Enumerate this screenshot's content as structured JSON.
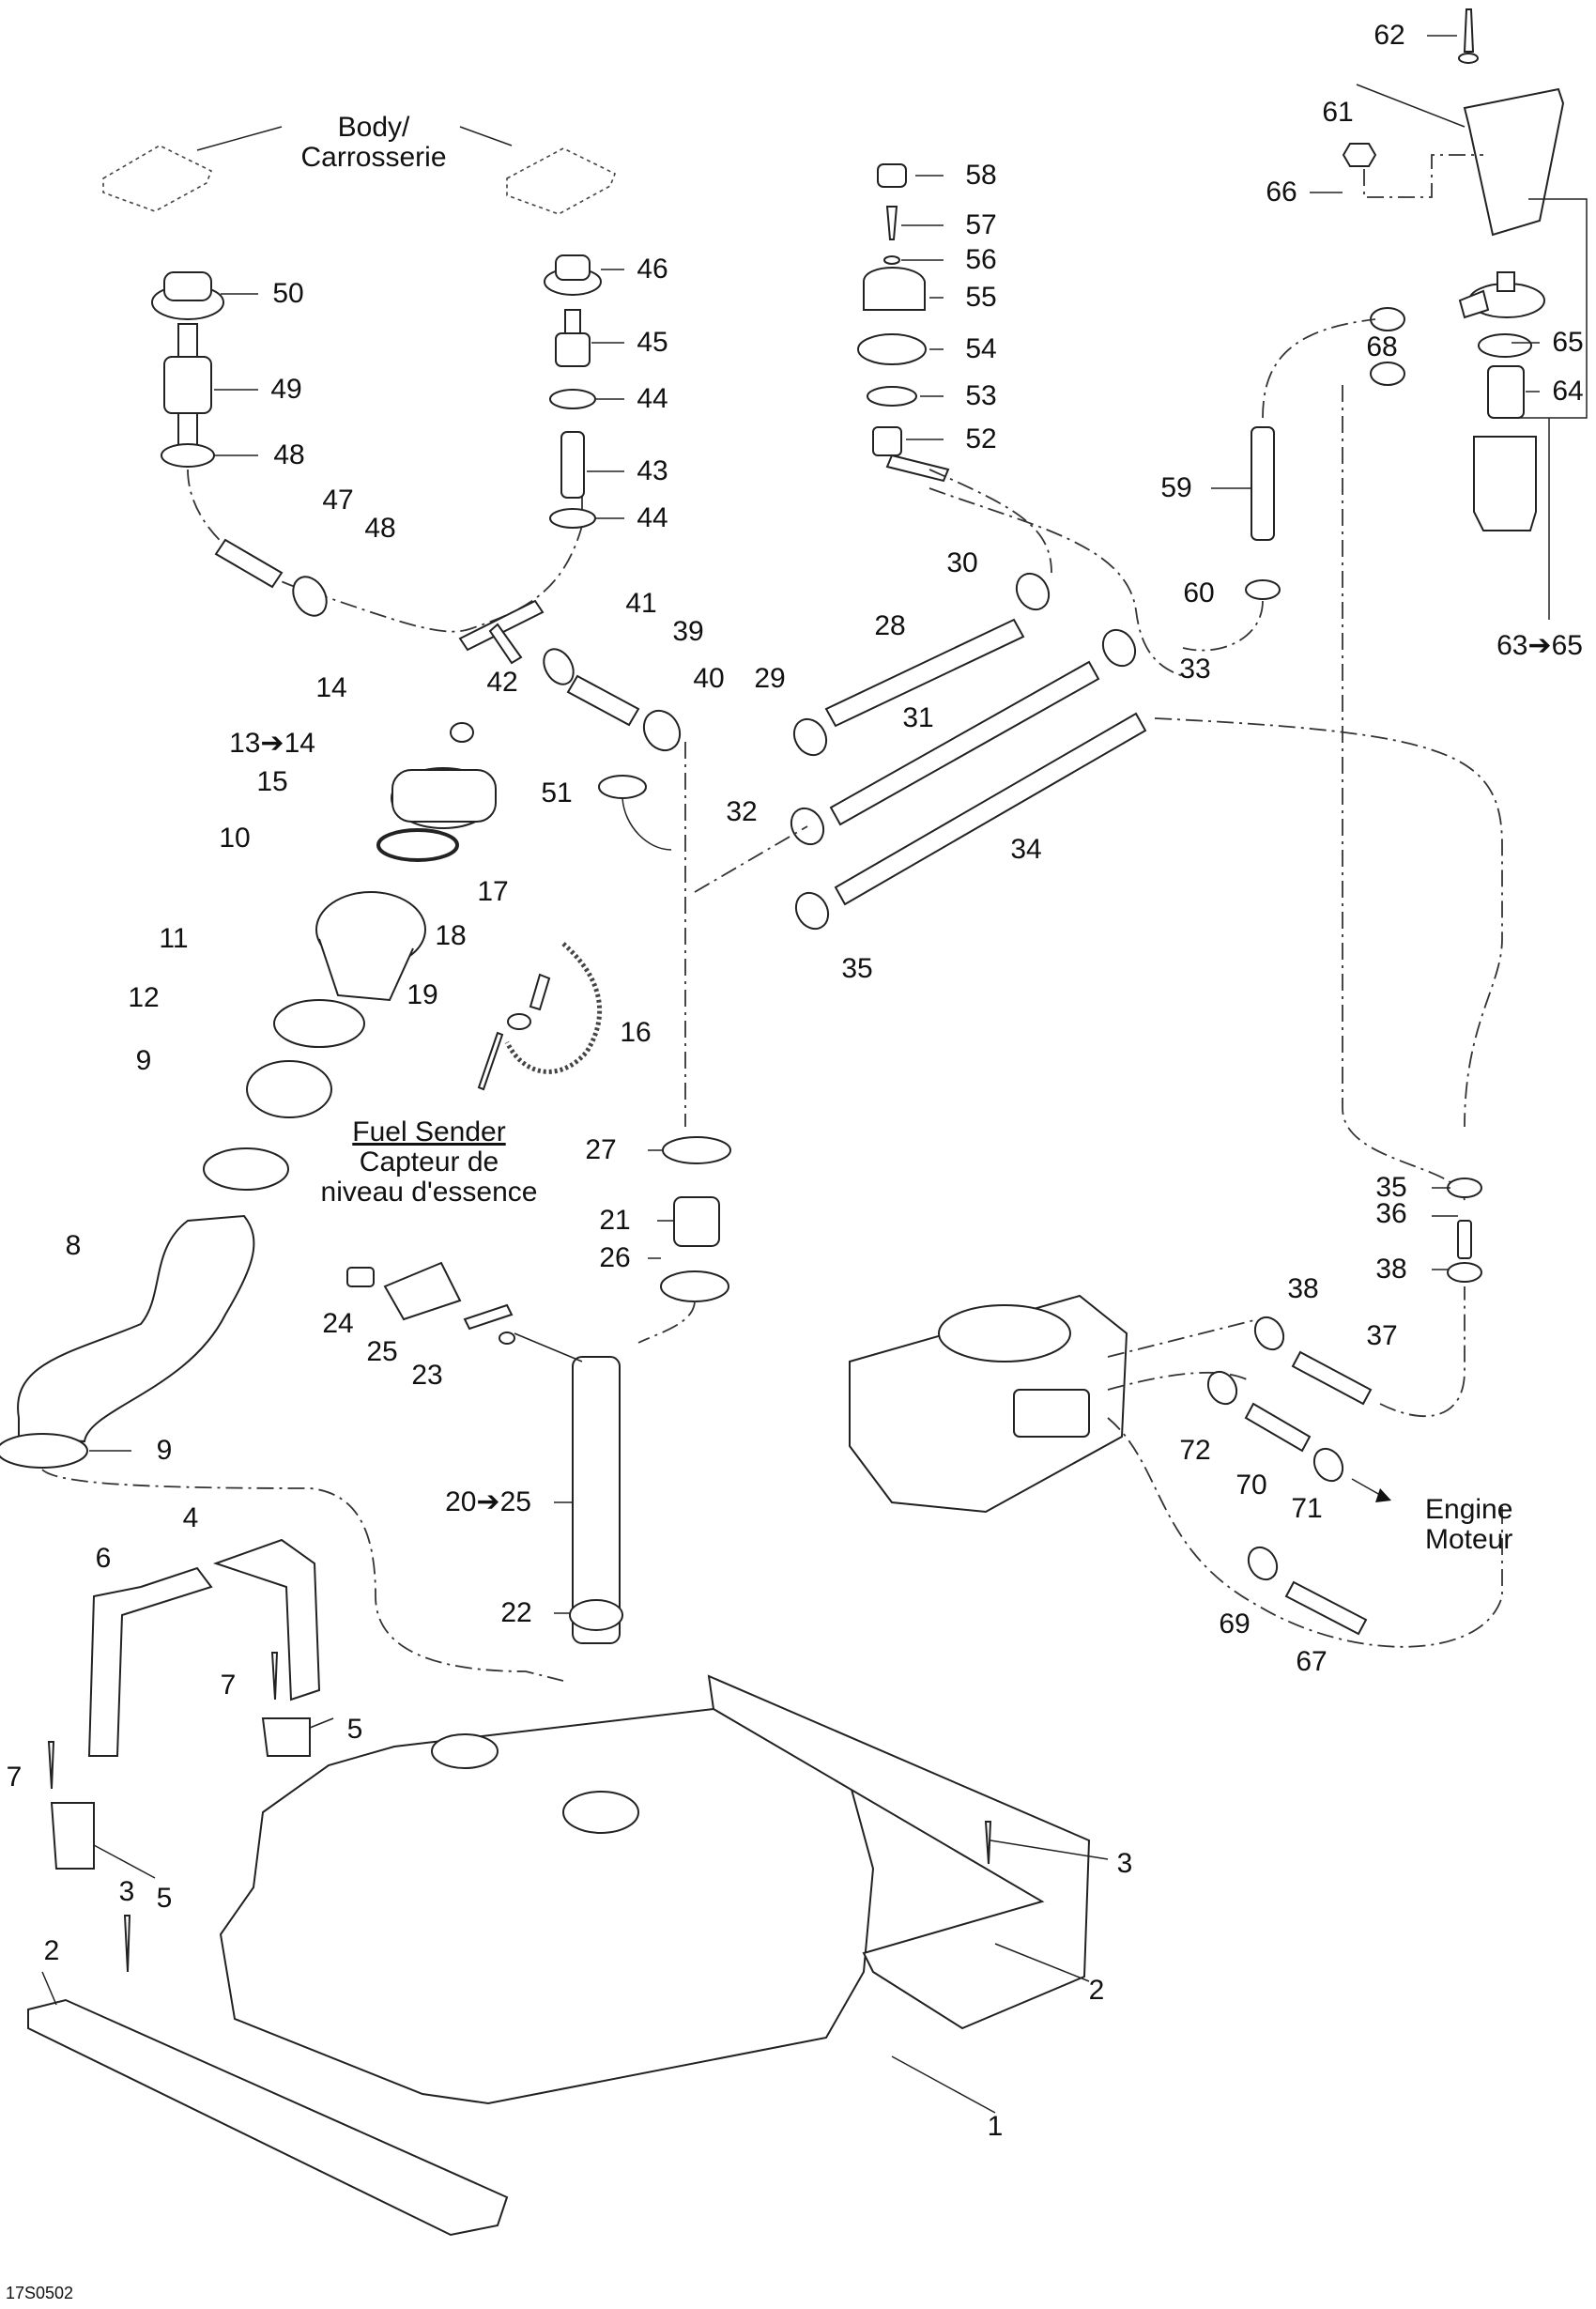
{
  "diagram": {
    "type": "exploded parts diagram",
    "subject": "Fuel system",
    "drawing_code": "17S0502",
    "captions": {
      "body": [
        "Body/",
        "Carrosserie"
      ],
      "fuel_sender": [
        "Fuel Sender",
        "Capteur de",
        "niveau d'essence"
      ],
      "engine": [
        "Engine",
        "Moteur"
      ]
    },
    "callouts": [
      {
        "id": "c62",
        "text": "62"
      },
      {
        "id": "c61",
        "text": "61"
      },
      {
        "id": "c66",
        "text": "66"
      },
      {
        "id": "c58",
        "text": "58"
      },
      {
        "id": "c57",
        "text": "57"
      },
      {
        "id": "c56",
        "text": "56"
      },
      {
        "id": "c55",
        "text": "55"
      },
      {
        "id": "c54",
        "text": "54"
      },
      {
        "id": "c53",
        "text": "53"
      },
      {
        "id": "c52",
        "text": "52"
      },
      {
        "id": "c50",
        "text": "50"
      },
      {
        "id": "c49",
        "text": "49"
      },
      {
        "id": "c48a",
        "text": "48"
      },
      {
        "id": "c47",
        "text": "47"
      },
      {
        "id": "c48b",
        "text": "48"
      },
      {
        "id": "c46",
        "text": "46"
      },
      {
        "id": "c45",
        "text": "45"
      },
      {
        "id": "c44a",
        "text": "44"
      },
      {
        "id": "c43",
        "text": "43"
      },
      {
        "id": "c44b",
        "text": "44"
      },
      {
        "id": "c42",
        "text": "42"
      },
      {
        "id": "c41",
        "text": "41"
      },
      {
        "id": "c39",
        "text": "39"
      },
      {
        "id": "c40",
        "text": "40"
      },
      {
        "id": "c68",
        "text": "68"
      },
      {
        "id": "c65",
        "text": "65"
      },
      {
        "id": "c64",
        "text": "64"
      },
      {
        "id": "c59",
        "text": "59"
      },
      {
        "id": "c60",
        "text": "60"
      },
      {
        "id": "c6365",
        "text": "63➔65"
      },
      {
        "id": "c30",
        "text": "30"
      },
      {
        "id": "c28",
        "text": "28"
      },
      {
        "id": "c33",
        "text": "33"
      },
      {
        "id": "c29",
        "text": "29"
      },
      {
        "id": "c31",
        "text": "31"
      },
      {
        "id": "c14",
        "text": "14"
      },
      {
        "id": "c1314",
        "text": "13➔14"
      },
      {
        "id": "c15",
        "text": "15"
      },
      {
        "id": "c51",
        "text": "51"
      },
      {
        "id": "c32",
        "text": "32"
      },
      {
        "id": "c34",
        "text": "34"
      },
      {
        "id": "c10",
        "text": "10"
      },
      {
        "id": "c17",
        "text": "17"
      },
      {
        "id": "c11",
        "text": "11"
      },
      {
        "id": "c18",
        "text": "18"
      },
      {
        "id": "c35a",
        "text": "35"
      },
      {
        "id": "c12",
        "text": "12"
      },
      {
        "id": "c19",
        "text": "19"
      },
      {
        "id": "c16",
        "text": "16"
      },
      {
        "id": "c9a",
        "text": "9"
      },
      {
        "id": "c27",
        "text": "27"
      },
      {
        "id": "c35b",
        "text": "35"
      },
      {
        "id": "c21",
        "text": "21"
      },
      {
        "id": "c8",
        "text": "8"
      },
      {
        "id": "c36",
        "text": "36"
      },
      {
        "id": "c26",
        "text": "26"
      },
      {
        "id": "c38a",
        "text": "38"
      },
      {
        "id": "c24",
        "text": "24"
      },
      {
        "id": "c38b",
        "text": "38"
      },
      {
        "id": "c25",
        "text": "25"
      },
      {
        "id": "c37",
        "text": "37"
      },
      {
        "id": "c23",
        "text": "23"
      },
      {
        "id": "c9b",
        "text": "9"
      },
      {
        "id": "c72",
        "text": "72"
      },
      {
        "id": "c70",
        "text": "70"
      },
      {
        "id": "c71",
        "text": "71"
      },
      {
        "id": "c2025",
        "text": "20➔25"
      },
      {
        "id": "c4",
        "text": "4"
      },
      {
        "id": "c6",
        "text": "6"
      },
      {
        "id": "c22",
        "text": "22"
      },
      {
        "id": "c69",
        "text": "69"
      },
      {
        "id": "c67",
        "text": "67"
      },
      {
        "id": "c7a",
        "text": "7"
      },
      {
        "id": "c5a",
        "text": "5"
      },
      {
        "id": "c7b",
        "text": "7"
      },
      {
        "id": "c3a",
        "text": "3"
      },
      {
        "id": "c5b",
        "text": "5"
      },
      {
        "id": "c2a",
        "text": "2"
      },
      {
        "id": "c3b",
        "text": "3"
      },
      {
        "id": "c2b",
        "text": "2"
      },
      {
        "id": "c1",
        "text": "1"
      }
    ]
  }
}
